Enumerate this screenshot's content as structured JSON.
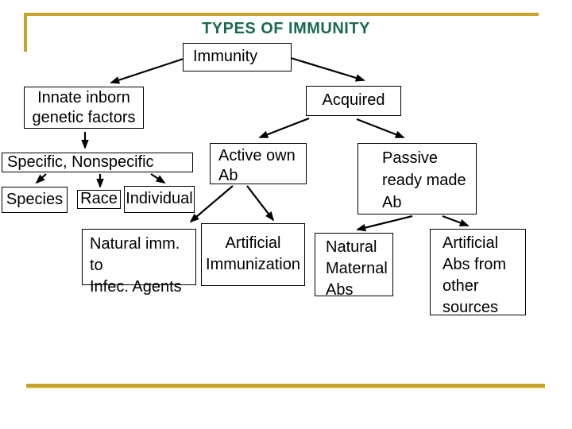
{
  "slide": {
    "title": "TYPES OF IMMUNITY",
    "colors": {
      "title_green": "#1B6A4D",
      "gold": "#C4A42E",
      "pale_gold": "#FCF6C5",
      "ink": "#000000",
      "background": "#FFFFFF"
    }
  },
  "diagram": {
    "nodes": {
      "immunity": {
        "label": "Immunity"
      },
      "innate": {
        "label": "Innate inborn\ngenetic factors"
      },
      "acquired": {
        "label": "Acquired"
      },
      "specific_nonspecific": {
        "label": "Specific, Nonspecific"
      },
      "species": {
        "label": "Species"
      },
      "race": {
        "label": "Race"
      },
      "individual": {
        "label": "Individual"
      },
      "active_own_ab": {
        "label": "Active own\nAb"
      },
      "passive_ready_made_ab": {
        "label": "Passive\nready made\nAb"
      },
      "natural_immunity": {
        "label": "Natural imm. to\nInfec. Agents"
      },
      "artificial_immunization": {
        "label": "Artificial\nImmunization"
      },
      "natural_maternal_abs": {
        "label": "Natural\nMaternal\nAbs"
      },
      "artificial_abs_other": {
        "label": "Artificial\nAbs from\nother\nsources"
      }
    }
  }
}
